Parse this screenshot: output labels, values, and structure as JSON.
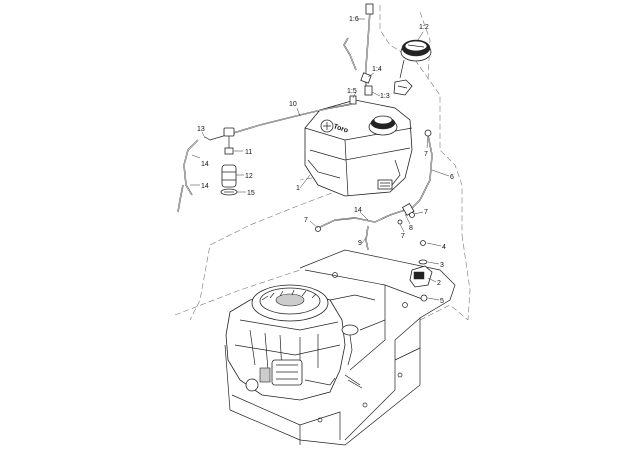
{
  "brand_text": "Toro",
  "callouts": [
    {
      "id": "1-6",
      "text": "1:6"
    },
    {
      "id": "1-2",
      "text": "1:2"
    },
    {
      "id": "1-4",
      "text": "1:4"
    },
    {
      "id": "1-5",
      "text": "1:5"
    },
    {
      "id": "1-3",
      "text": "1:3"
    },
    {
      "id": "10",
      "text": "10"
    },
    {
      "id": "13",
      "text": "13"
    },
    {
      "id": "14a",
      "text": "14"
    },
    {
      "id": "11",
      "text": "11"
    },
    {
      "id": "12",
      "text": "12"
    },
    {
      "id": "14b",
      "text": "14"
    },
    {
      "id": "15",
      "text": "15"
    },
    {
      "id": "1",
      "text": "1"
    },
    {
      "id": "7a",
      "text": "7"
    },
    {
      "id": "6",
      "text": "6"
    },
    {
      "id": "14c",
      "text": "14"
    },
    {
      "id": "7b",
      "text": "7"
    },
    {
      "id": "9",
      "text": "9"
    },
    {
      "id": "8",
      "text": "8"
    },
    {
      "id": "7c",
      "text": "7"
    },
    {
      "id": "7d",
      "text": "7"
    },
    {
      "id": "4",
      "text": "4"
    },
    {
      "id": "3",
      "text": "3"
    },
    {
      "id": "2",
      "text": "2"
    },
    {
      "id": "5",
      "text": "5"
    }
  ]
}
